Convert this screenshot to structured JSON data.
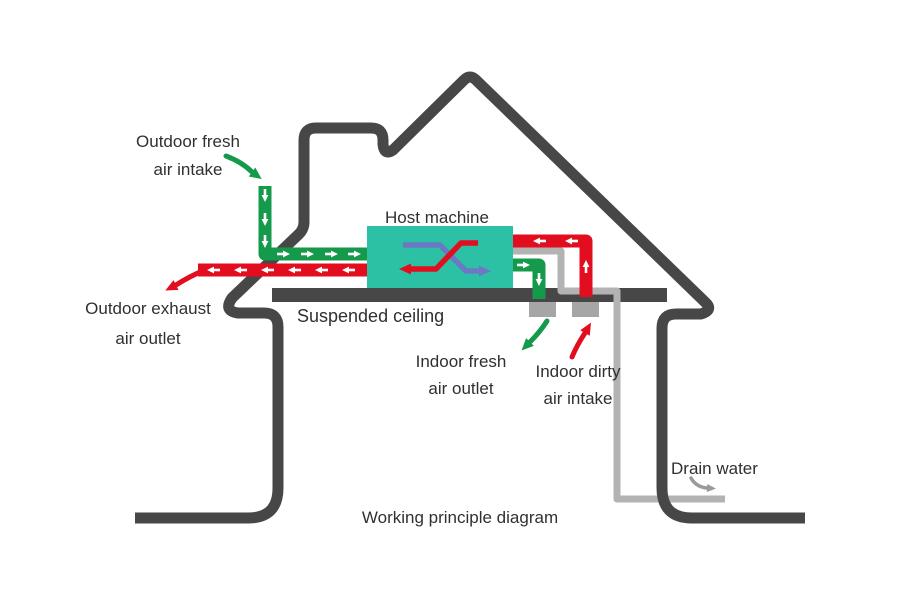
{
  "diagram": {
    "title": "Working principle diagram",
    "labels": {
      "outdoor_fresh_intake": {
        "line1": "Outdoor fresh",
        "line2": "air intake"
      },
      "outdoor_exhaust_outlet": {
        "line1": "Outdoor exhaust",
        "line2": "air outlet"
      },
      "host_machine": "Host machine",
      "suspended_ceiling": "Suspended ceiling",
      "indoor_fresh_outlet": {
        "line1": "Indoor fresh",
        "line2": "air outlet"
      },
      "indoor_dirty_intake": {
        "line1": "Indoor dirty",
        "line2": "air intake"
      },
      "drain_water": "Drain water"
    },
    "colors": {
      "house_outline": "#474747",
      "host_machine_fill": "#2cc1a4",
      "fresh_air_green": "#149a4a",
      "exhaust_air_red": "#e30d20",
      "heat_exchange_blue": "#6b79c4",
      "drain_pipe_gray": "#b3b3b3",
      "vent_gray": "#a6a6a6",
      "drain_arrow_gray": "#9a9a9a",
      "label_text": "#303030"
    }
  }
}
